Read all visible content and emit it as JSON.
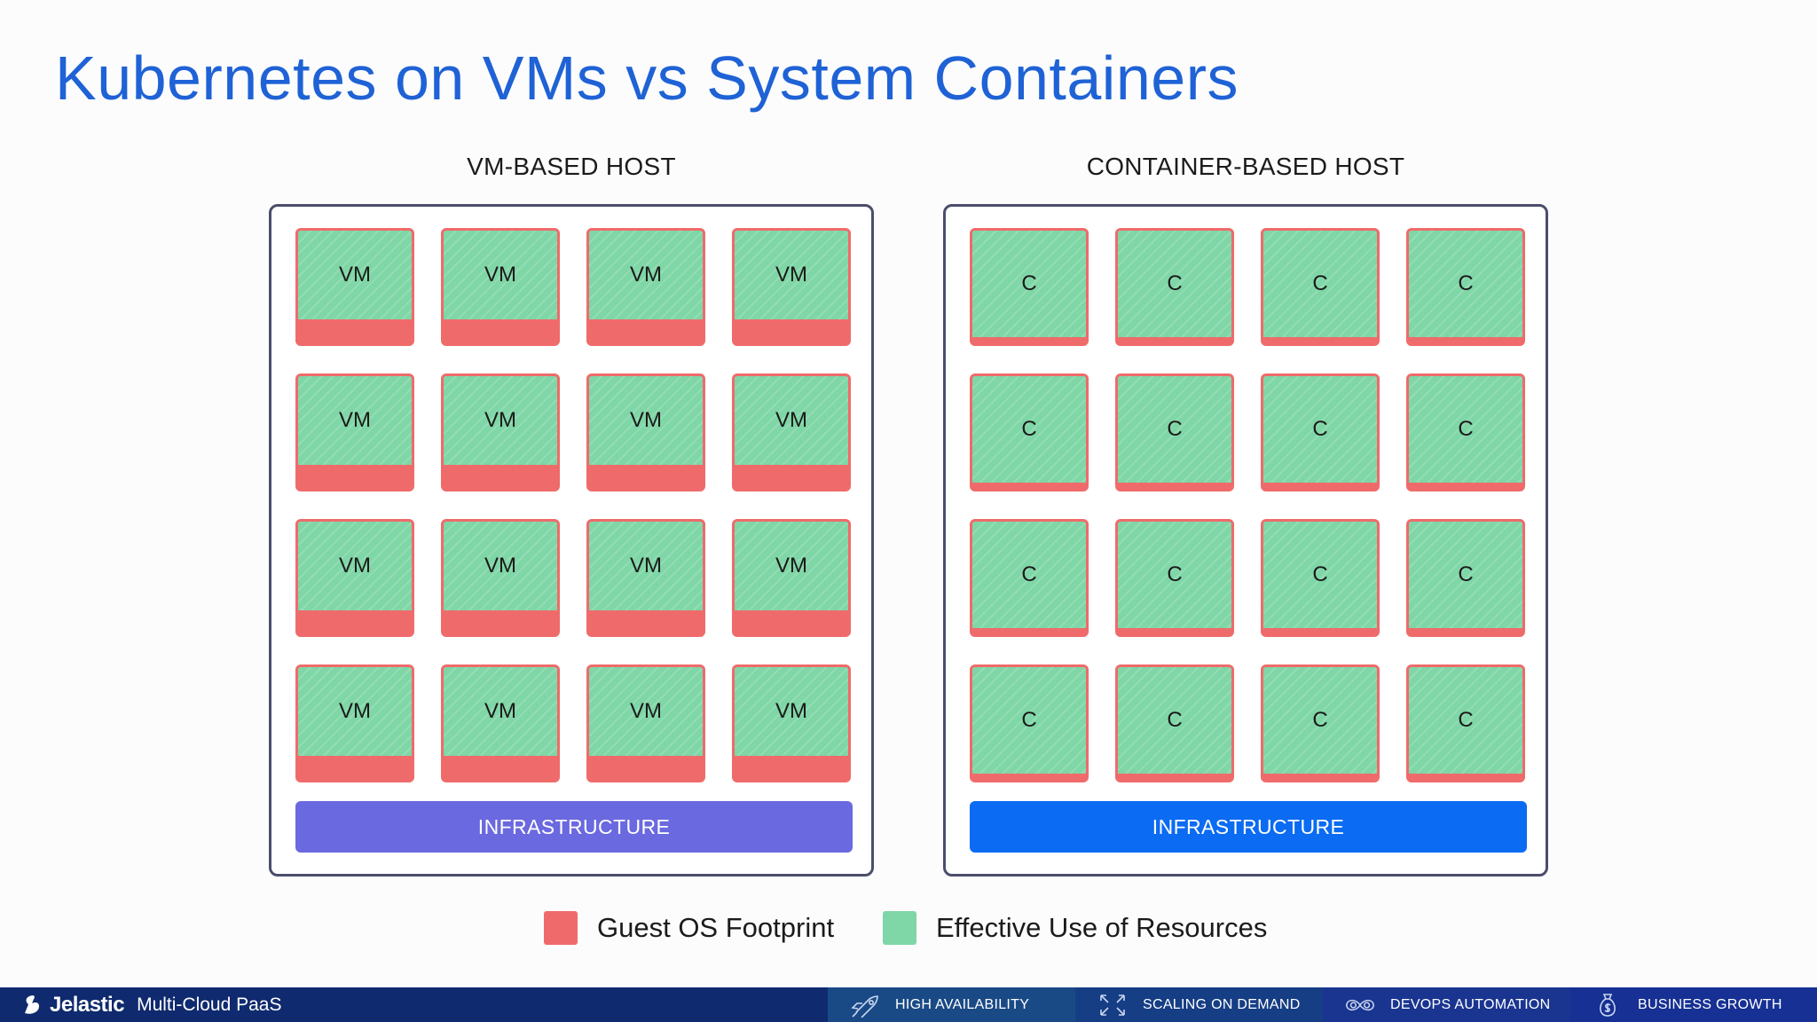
{
  "title": "Kubernetes on VMs vs System Containers",
  "hosts": [
    {
      "label": "VM-BASED HOST",
      "cell_text": "VM",
      "infrastructure": "INFRASTRUCTURE",
      "infrastructure_color": "#6a69e0"
    },
    {
      "label": "CONTAINER-BASED HOST",
      "cell_text": "C",
      "infrastructure": "INFRASTRUCTURE",
      "infrastructure_color": "#0b6bf2"
    }
  ],
  "legend": {
    "guest_os": "Guest OS Footprint",
    "effective": "Effective Use of Resources",
    "guest_os_color": "#ef6b6b",
    "effective_color": "#7fd6a6"
  },
  "footer": {
    "brand": "Jelastic",
    "tagline": "Multi-Cloud PaaS",
    "features": [
      {
        "label": "HIGH AVAILABILITY",
        "icon": "rocket-icon",
        "bg": "#1a4a86"
      },
      {
        "label": "SCALING ON DEMAND",
        "icon": "scaling-arrows-icon",
        "bg": "#163e85"
      },
      {
        "label": "DEVOPS AUTOMATION",
        "icon": "infinity-icon",
        "bg": "#1a3590"
      },
      {
        "label": "BUSINESS GROWTH",
        "icon": "money-bag-icon",
        "bg": "#163093"
      }
    ]
  }
}
